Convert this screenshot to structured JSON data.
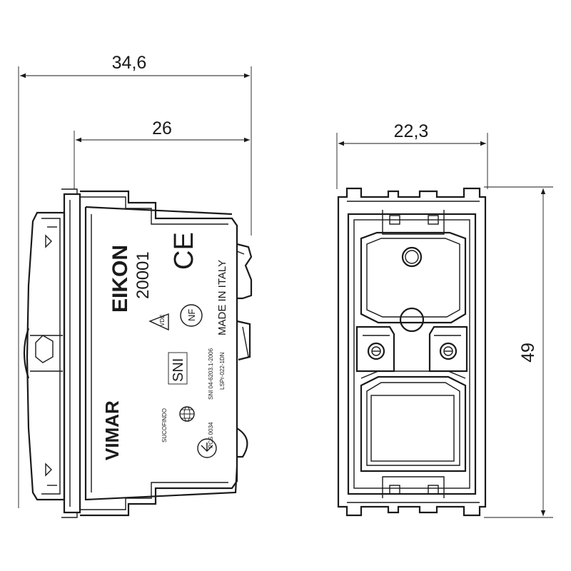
{
  "dimensions": {
    "overall_depth": "34,6",
    "body_depth": "26",
    "width": "22,3",
    "height": "49"
  },
  "markings": {
    "brand": "VIMAR",
    "series": "EIKON",
    "code": "20001",
    "made_in": "MADE IN ITALY",
    "std_1": "SNI 04-6203.1-2006",
    "std_2": "LSPr-022-1DN",
    "pcs": "PCS 0034",
    "sucofindo": "SUCOFINDO",
    "sni_mark": "SNI",
    "ce": "CE",
    "nf": "NF",
    "vde": "VDE"
  }
}
